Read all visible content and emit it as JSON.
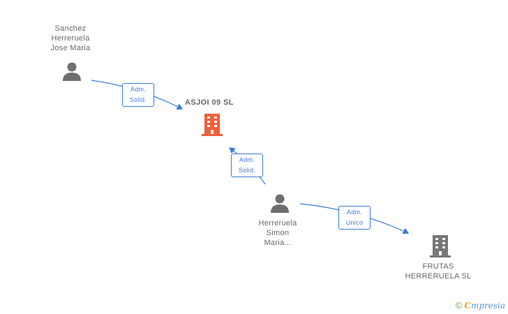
{
  "nodes": {
    "sanchez": {
      "name_lines": [
        "Sanchez",
        "Herreruela",
        "Jose Maria"
      ],
      "type": "person"
    },
    "asjoi": {
      "name": "ASJOI 09 SL",
      "type": "company",
      "color": "#f0603a"
    },
    "simon": {
      "name_lines": [
        "Herreruela",
        "Simon",
        "Maria..."
      ],
      "type": "person"
    },
    "frutas": {
      "name_lines": [
        "FRUTAS",
        "HERRERUELA SL"
      ],
      "type": "company",
      "color": "#777777"
    }
  },
  "edges": [
    {
      "from": "sanchez",
      "to": "asjoi",
      "role_lines": [
        "Adm.",
        "Solid."
      ]
    },
    {
      "from": "simon",
      "to": "asjoi",
      "role_lines": [
        "Adm.",
        "Solid."
      ]
    },
    {
      "from": "simon",
      "to": "frutas",
      "role_lines": [
        "Adm.",
        "Unico"
      ]
    }
  ],
  "colors": {
    "edge": "#3b7bd4",
    "person_icon": "#6f6f6f"
  },
  "brand": {
    "copyright": "©",
    "e": "C",
    "rest": "mpresia"
  }
}
